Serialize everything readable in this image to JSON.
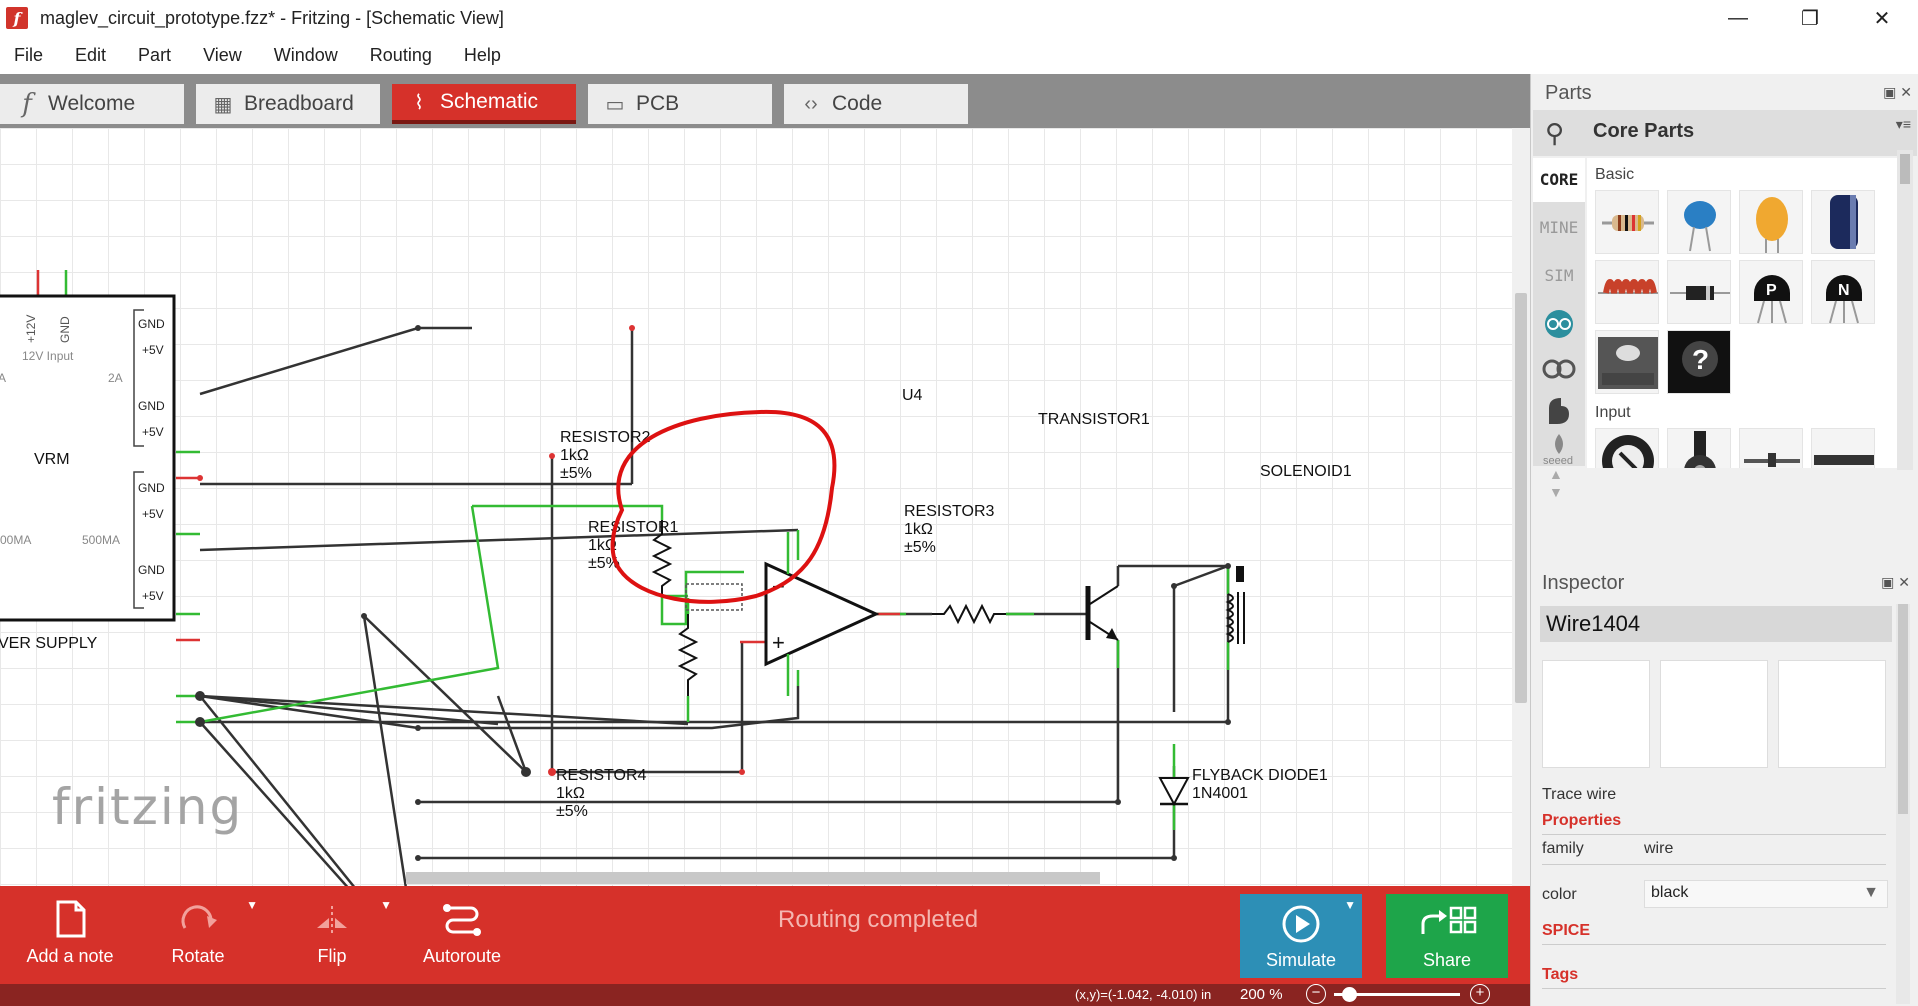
{
  "window": {
    "title": "maglev_circuit_prototype.fzz* - Fritzing - [Schematic View]",
    "logo_letter": "f",
    "min_glyph": "—",
    "max_glyph": "❐",
    "close_glyph": "✕"
  },
  "menu": [
    "File",
    "Edit",
    "Part",
    "View",
    "Window",
    "Routing",
    "Help"
  ],
  "tabs": [
    {
      "label": "Welcome",
      "icon": "f"
    },
    {
      "label": "Breadboard",
      "icon": "▦"
    },
    {
      "label": "Schematic",
      "icon": "⌇"
    },
    {
      "label": "PCB",
      "icon": "▭"
    },
    {
      "label": "Code",
      "icon": "‹›"
    }
  ],
  "schematic": {
    "power_supply": {
      "pins_top": [
        "+12V",
        "GND"
      ],
      "input_label": "12V Input",
      "left_pins": [
        "GND",
        "+5V",
        "GND",
        "+5V",
        "GND",
        "+5V",
        "GND",
        "+5V"
      ],
      "side_labels": [
        "A",
        "2A",
        "00MA",
        "500MA"
      ],
      "module": "VRM",
      "name": "VER SUPPLY"
    },
    "resistor2": {
      "name": "RESISTOR2",
      "value": "1kΩ",
      "tol": "±5%"
    },
    "resistor1": {
      "name": "RESISTOR1",
      "value": "1kΩ",
      "tol": "±5%"
    },
    "resistor3": {
      "name": "RESISTOR3",
      "value": "1kΩ",
      "tol": "±5%"
    },
    "resistor4": {
      "name": "RESISTOR4",
      "value": "1kΩ",
      "tol": "±5%"
    },
    "opamp": {
      "name": "U4",
      "minus": "−",
      "plus": "+"
    },
    "transistor": {
      "name": "TRANSISTOR1"
    },
    "solenoid": {
      "name": "SOLENOID1"
    },
    "diode": {
      "name": "FLYBACK DIODE1",
      "part": "1N4001"
    },
    "watermark": "fritzing"
  },
  "toolbar": {
    "add_note": "Add a note",
    "rotate": "Rotate",
    "flip": "Flip",
    "autoroute": "Autoroute",
    "status": "Routing completed",
    "simulate": "Simulate",
    "share": "Share"
  },
  "statusbar": {
    "coords": "(x,y)=(-1.042, -4.010) in",
    "zoom": "200 %",
    "zoom_level_percent": 200,
    "minus": "−",
    "plus": "+"
  },
  "parts": {
    "title": "Parts",
    "bin_title": "Core Parts",
    "bin_tabs": [
      "CORE",
      "MINE",
      "SIM"
    ],
    "categories": [
      "Basic",
      "Input"
    ],
    "unknown_glyph": "?",
    "transistor_labels": [
      "P",
      "N"
    ]
  },
  "inspector": {
    "title": "Inspector",
    "selected": "Wire1404",
    "type": "Trace wire",
    "properties_label": "Properties",
    "props": [
      {
        "key": "family",
        "value": "wire"
      },
      {
        "key": "color",
        "value": "black"
      }
    ],
    "spice_label": "SPICE",
    "tags_label": "Tags"
  },
  "colors": {
    "accent": "#d6312a",
    "wire_black": "#333333",
    "wire_green": "#33bb33",
    "wire_red": "#dd3333",
    "annotation_red": "#dd1111",
    "simulate_btn": "#2d8fb6",
    "share_btn": "#1ea54a"
  }
}
